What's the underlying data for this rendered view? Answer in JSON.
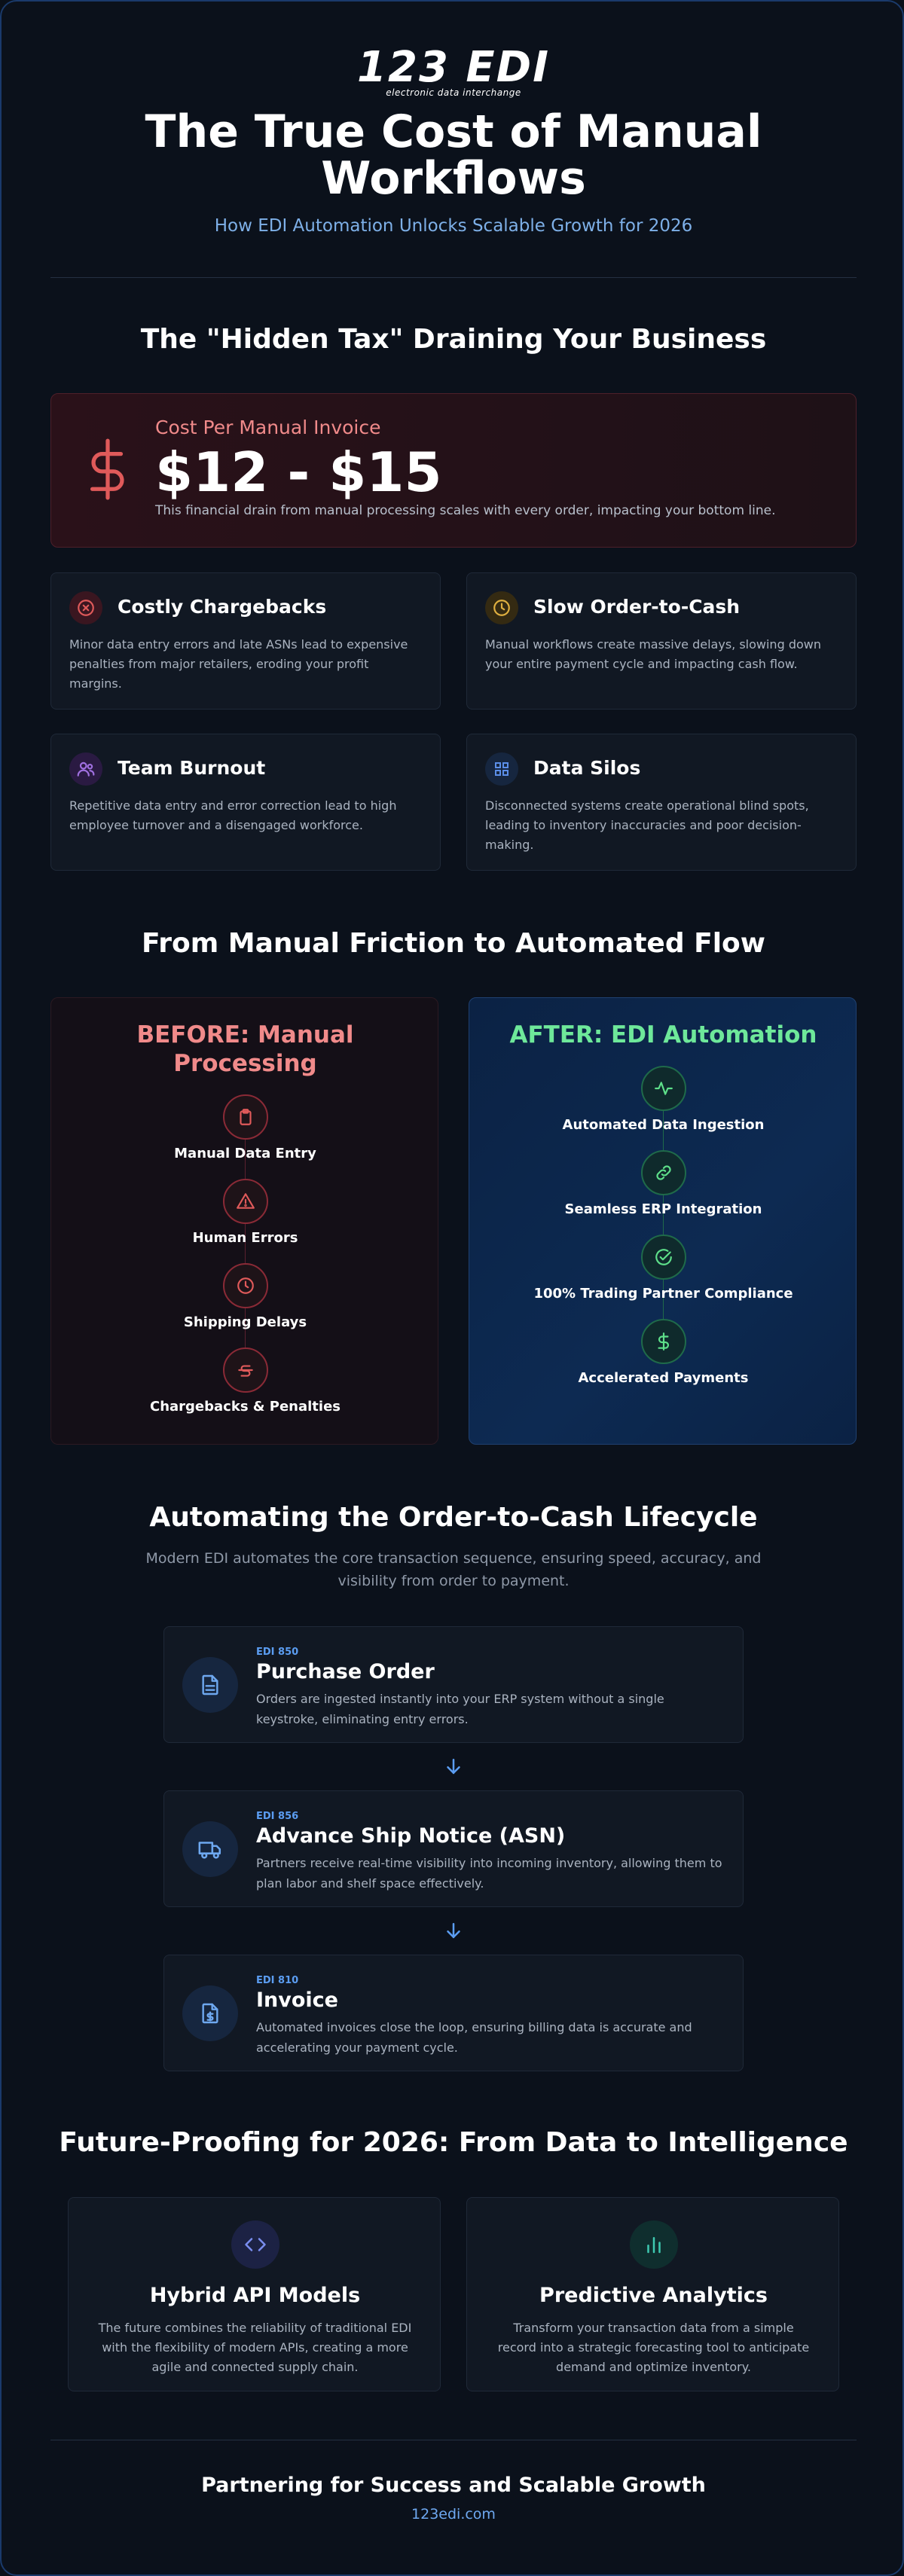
{
  "header": {
    "logo_text": "123 EDI",
    "logo_sub": "electronic data interchange",
    "title": "The True Cost of Manual Workflows",
    "subtitle": "How EDI Automation Unlocks Scalable Growth for 2026"
  },
  "hidden_tax": {
    "title": "The \"Hidden Tax\" Draining Your Business",
    "cost_label": "Cost Per Manual Invoice",
    "cost_value": "$12 - $15",
    "cost_desc": "This financial drain from manual processing scales with every order, impacting your bottom line.",
    "cards": [
      {
        "title": "Costly Chargebacks",
        "desc": "Minor data entry errors and late ASNs lead to expensive penalties from major retailers, eroding your profit margins.",
        "icon": "x-circle-icon",
        "color": "#e05a5a"
      },
      {
        "title": "Slow Order-to-Cash",
        "desc": "Manual workflows create massive delays, slowing down your entire payment cycle and impacting cash flow.",
        "icon": "clock-icon",
        "color": "#e0b040"
      },
      {
        "title": "Team Burnout",
        "desc": "Repetitive data entry and error correction lead to high employee turnover and a disengaged workforce.",
        "icon": "users-icon",
        "color": "#a070e0"
      },
      {
        "title": "Data Silos",
        "desc": "Disconnected systems create operational blind spots, leading to inventory inaccuracies and poor decision-making.",
        "icon": "grid-icon",
        "color": "#5b8ee8"
      }
    ]
  },
  "comparison": {
    "title": "From Manual Friction to Automated Flow",
    "before_title": "BEFORE: Manual Processing",
    "before_steps": [
      "Manual Data Entry",
      "Human Errors",
      "Shipping Delays",
      "Chargebacks & Penalties"
    ],
    "after_title": "AFTER: EDI Automation",
    "after_steps": [
      "Automated Data Ingestion",
      "Seamless ERP Integration",
      "100% Trading Partner Compliance",
      "Accelerated Payments"
    ],
    "before_color": "#f08a8a",
    "after_color": "#6ee89a"
  },
  "lifecycle": {
    "title": "Automating the Order-to-Cash Lifecycle",
    "subtitle": "Modern EDI automates the core transaction sequence, ensuring speed, accuracy, and visibility from order to payment.",
    "steps": [
      {
        "code": "EDI 850",
        "title": "Purchase Order",
        "desc": "Orders are ingested instantly into your ERP system without a single keystroke, eliminating entry errors.",
        "icon": "document-icon"
      },
      {
        "code": "EDI 856",
        "title": "Advance Ship Notice (ASN)",
        "desc": "Partners receive real-time visibility into incoming inventory, allowing them to plan labor and shelf space effectively.",
        "icon": "truck-icon"
      },
      {
        "code": "EDI 810",
        "title": "Invoice",
        "desc": "Automated invoices close the loop, ensuring billing data is accurate and accelerating your payment cycle.",
        "icon": "invoice-icon"
      }
    ]
  },
  "future": {
    "title": "Future-Proofing for 2026: From Data to Intelligence",
    "cards": [
      {
        "title": "Hybrid API Models",
        "desc": "The future combines the reliability of traditional EDI with the flexibility of modern APIs, creating a more agile and connected supply chain.",
        "icon": "code-icon"
      },
      {
        "title": "Predictive Analytics",
        "desc": "Transform your transaction data from a simple record into a strategic forecasting tool to anticipate demand and optimize inventory.",
        "icon": "bar-chart-icon"
      }
    ]
  },
  "footer": {
    "title": "Partnering for Success and Scalable Growth",
    "link": "123edi.com"
  }
}
